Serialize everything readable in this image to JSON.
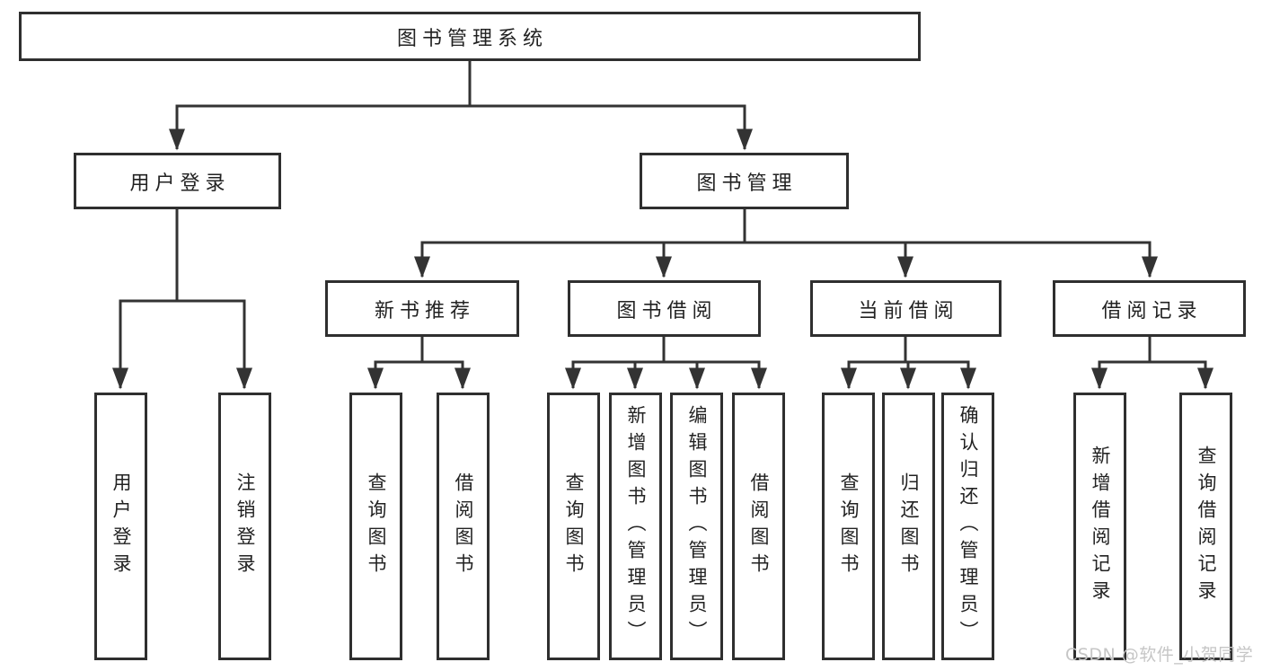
{
  "diagram": {
    "type": "hierarchy",
    "levels": 4
  },
  "nodes": {
    "root": {
      "label": "图书管理系统"
    },
    "userLogin": {
      "label": "用户登录"
    },
    "bookMgmt": {
      "label": "图书管理"
    },
    "newBookRec": {
      "label": "新书推荐"
    },
    "bookBorrow": {
      "label": "图书借阅"
    },
    "currentBorrow": {
      "label": "当前借阅"
    },
    "borrowRecords": {
      "label": "借阅记录"
    },
    "leafUserLogin": {
      "label": "用户登录"
    },
    "leafLogout": {
      "label": "注销登录"
    },
    "leafQueryBook1": {
      "label": "查询图书"
    },
    "leafBorrowBook1": {
      "label": "借阅图书"
    },
    "leafQueryBook2": {
      "label": "查询图书"
    },
    "leafAddBook": {
      "label": "新增图书（管理员）"
    },
    "leafEditBook": {
      "label": "编辑图书（管理员）"
    },
    "leafBorrowBook2": {
      "label": "借阅图书"
    },
    "leafQueryBook3": {
      "label": "查询图书"
    },
    "leafReturnBook": {
      "label": "归还图书"
    },
    "leafConfirmReturn": {
      "label": "确认归还（管理员）"
    },
    "leafAddBorrowRecord": {
      "label": "新增借阅记录"
    },
    "leafQueryBorrowRecord": {
      "label": "查询借阅记录"
    }
  },
  "structure": {
    "root": [
      "userLogin",
      "bookMgmt"
    ],
    "userLogin": [
      "leafUserLogin",
      "leafLogout"
    ],
    "bookMgmt": [
      "newBookRec",
      "bookBorrow",
      "currentBorrow",
      "borrowRecords"
    ],
    "newBookRec": [
      "leafQueryBook1",
      "leafBorrowBook1"
    ],
    "bookBorrow": [
      "leafQueryBook2",
      "leafAddBook",
      "leafEditBook",
      "leafBorrowBook2"
    ],
    "currentBorrow": [
      "leafQueryBook3",
      "leafReturnBook",
      "leafConfirmReturn"
    ],
    "borrowRecords": [
      "leafAddBorrowRecord",
      "leafQueryBorrowRecord"
    ]
  },
  "watermark": {
    "text": "CSDN @软件_小贺同学"
  },
  "colors": {
    "line": "#333333",
    "box_border": "#2f2f2f",
    "box_fill": "#ffffff",
    "text": "#222222",
    "background": "#ffffff",
    "watermark": "#c6c6c6"
  }
}
